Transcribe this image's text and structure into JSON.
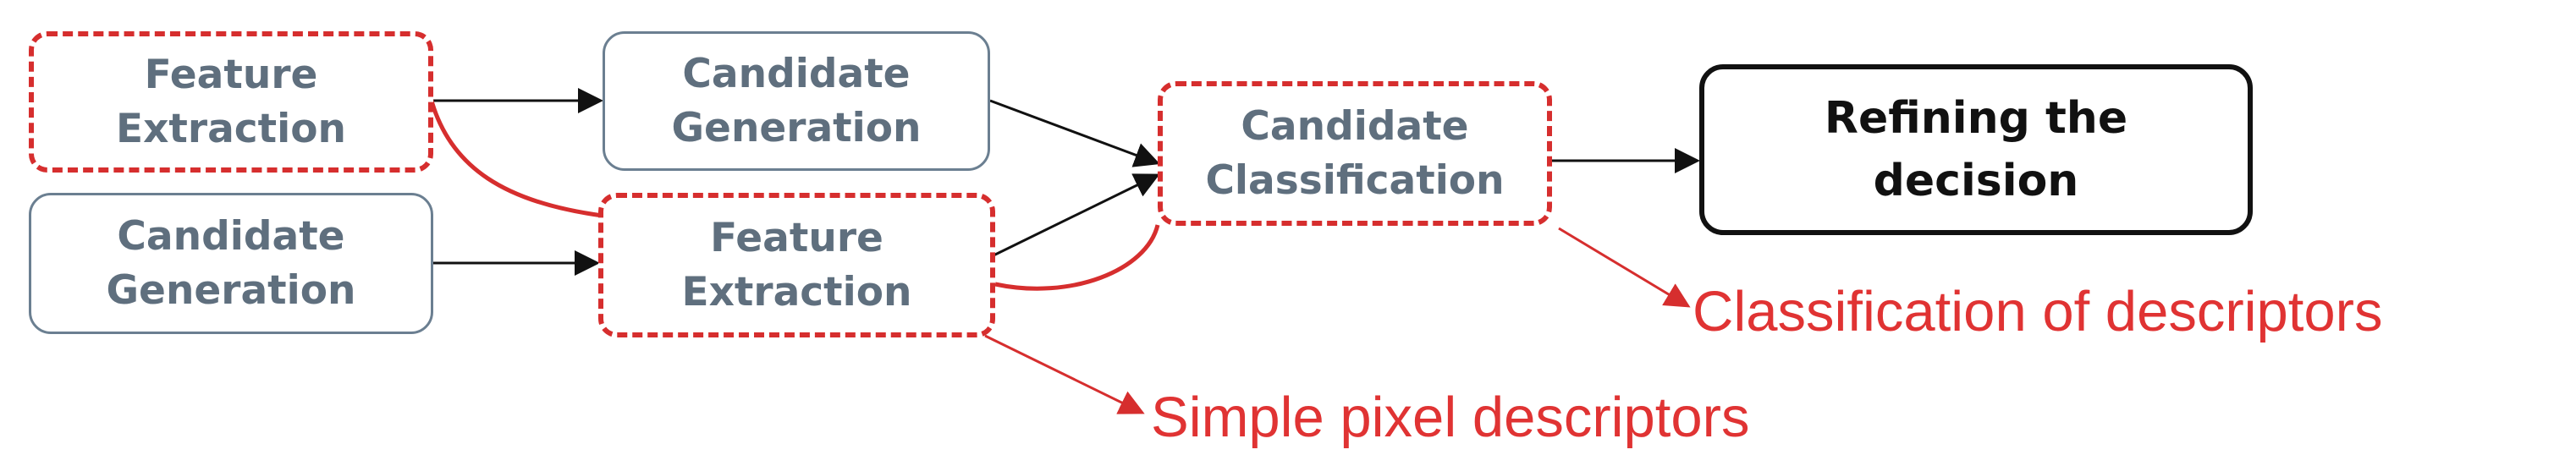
{
  "boxes": {
    "feature_extraction_top": "Feature\nExtraction",
    "candidate_generation_top": "Candidate\nGeneration",
    "candidate_generation_bottom": "Candidate\nGeneration",
    "feature_extraction_bottom": "Feature\nExtraction",
    "candidate_classification": "Candidate\nClassification",
    "refining_decision": "Refining the\ndecision"
  },
  "annotations": {
    "descriptors_classification": "Classification of descriptors",
    "simple_pixel_descriptors": "Simple pixel descriptors"
  },
  "colors": {
    "box_text": "#5f6f7e",
    "box_border": "#6b7f91",
    "highlight_red": "#d62e2e",
    "annotation_red": "#e03333",
    "arrow_black": "#111111"
  }
}
